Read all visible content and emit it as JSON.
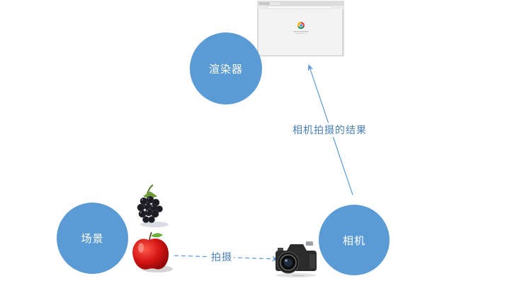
{
  "nodes": {
    "renderer": "渲染器",
    "scene": "场景",
    "camera": "相机"
  },
  "edges": {
    "capture": "拍摄",
    "result": "相机拍摄的结果"
  },
  "colors": {
    "node_fill": "#5b9bd5",
    "arrow": "#5b9bd5",
    "label_text": "#4a7fb5"
  },
  "icons": [
    "browser-window-icon",
    "blackberry-icon",
    "apple-icon",
    "camera-icon"
  ]
}
